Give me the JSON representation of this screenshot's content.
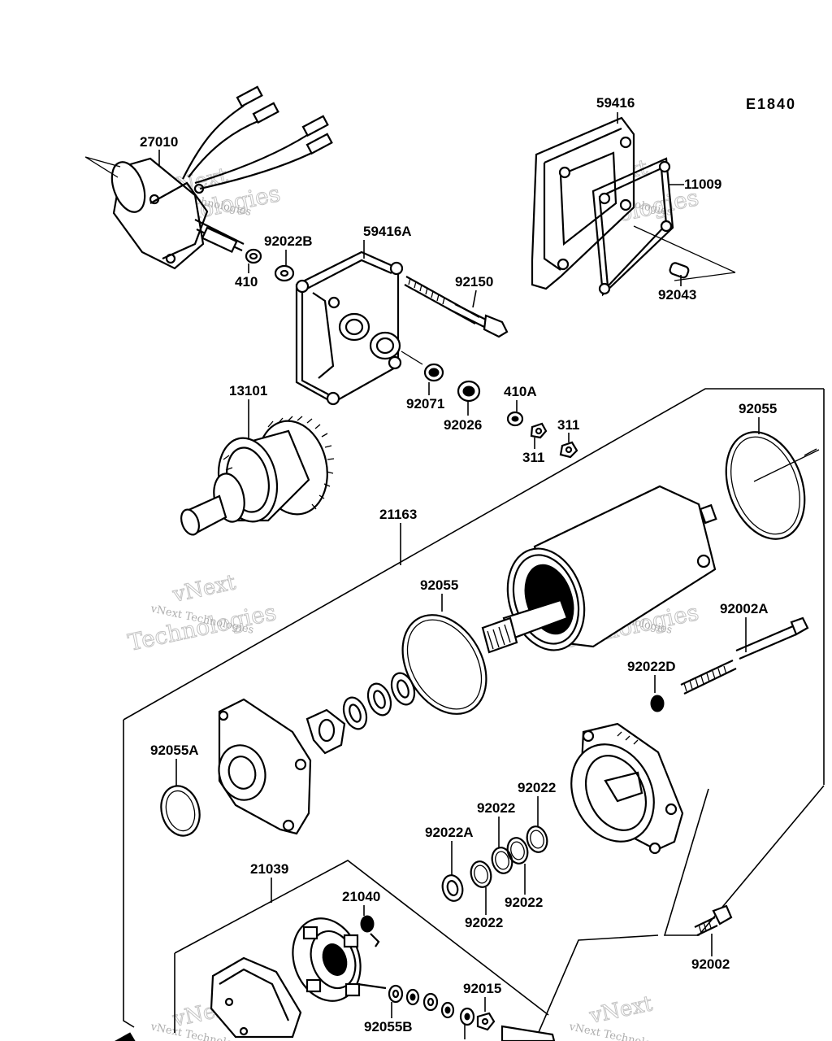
{
  "diagram": {
    "code": "E1840",
    "labels": {
      "p27010": "27010",
      "p410": "410",
      "p92022B": "92022B",
      "p59416A": "59416A",
      "p92150": "92150",
      "p59416": "59416",
      "p11009": "11009",
      "p92043": "92043",
      "p92071": "92071",
      "p92026": "92026",
      "p410A": "410A",
      "p311a": "311",
      "p311b": "311",
      "p13101": "13101",
      "p92055top": "92055",
      "p21163": "21163",
      "p92055mid": "92055",
      "p92002A": "92002A",
      "p92022D": "92022D",
      "p92055A": "92055A",
      "p92022a": "92022",
      "p92022b": "92022",
      "p92022A": "92022A",
      "p92022c": "92022",
      "p92022d": "92022",
      "p21039": "21039",
      "p21040": "21040",
      "p92002": "92002",
      "p92015": "92015",
      "p92055B": "92055B"
    },
    "watermark": {
      "line1": "vNext",
      "line2": "vNext Technologies",
      "line3": "Technologies"
    }
  }
}
